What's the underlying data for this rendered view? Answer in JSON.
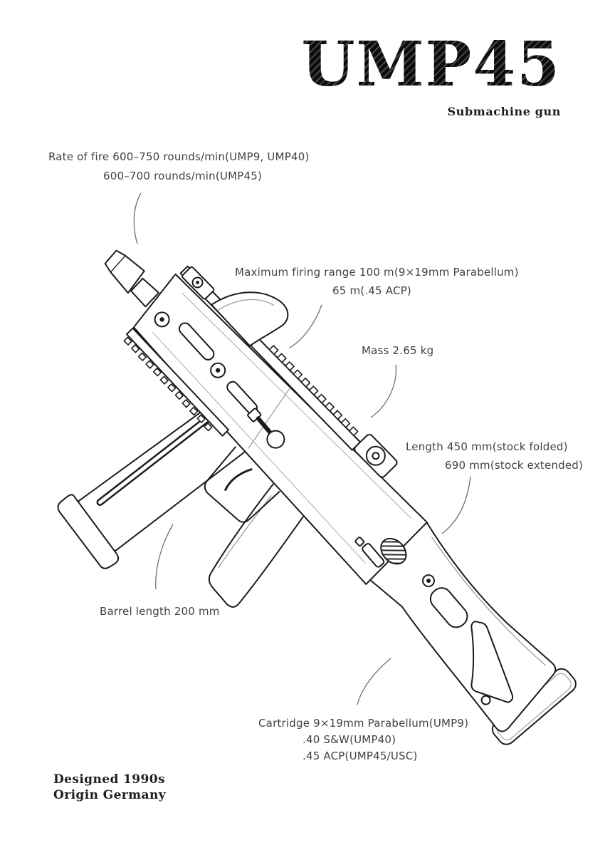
{
  "header": {
    "title": "UMP45",
    "subtitle": "Submachine gun"
  },
  "annotations": {
    "rate_of_fire": {
      "lines": [
        "Rate of fire 600–750 rounds/min(UMP9, UMP40)",
        "600–700 rounds/min(UMP45)"
      ]
    },
    "firing_range": {
      "lines": [
        "Maximum firing range 100 m(9×19mm Parabellum)",
        "65 m(.45 ACP)"
      ]
    },
    "mass": {
      "lines": [
        "Mass 2.65 kg"
      ]
    },
    "length": {
      "lines": [
        "Length 450 mm(stock folded)",
        "690 mm(stock extended)"
      ]
    },
    "barrel_length": {
      "lines": [
        "Barrel length 200 mm"
      ]
    },
    "cartridge": {
      "lines": [
        "Cartridge 9×19mm Parabellum(UMP9)",
        ".40 S&W(UMP40)",
        ".45 ACP(UMP45/USC)"
      ]
    }
  },
  "footer": {
    "designed": "Designed 1990s",
    "origin": "Origin Germany"
  },
  "illustration": {
    "name": "ump45-line-drawing"
  },
  "colors": {
    "background": "#ffffff",
    "ink": "#1b1b1b",
    "annotation_text": "#424242",
    "leader_line": "#6f6f6f",
    "title_ink": "#141414"
  }
}
